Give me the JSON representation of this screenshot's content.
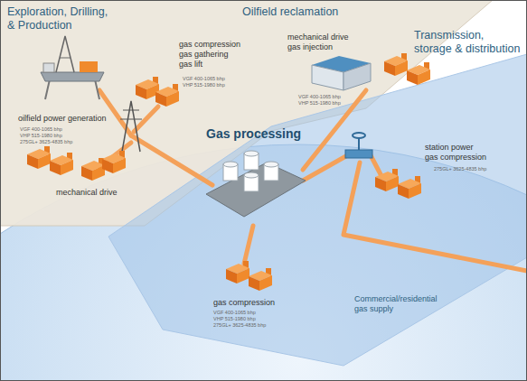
{
  "diagram": {
    "labels": [
      "Exploration, Drilling, & Production",
      "Oilfield reclamation",
      "mechanical drive gas injection",
      "gas compression gas gathering gas lift",
      "VGF 400-1065 bhp",
      "VHP 515-1980 bhp",
      "VGF 400-1065 bhp",
      "VHP 515-1980 bhp",
      "Transmission, storage & distribution",
      "oilfield power generation",
      "VGF 400-1065 bhp",
      "VHP 515-1980 bhp",
      "275GL+ 3625-4835 bhp",
      "Gas processing",
      "station power gas compression",
      "275GL+ 3625-4835 bhp",
      "mechanical drive",
      "gas compression",
      "VGF 400-1065 bhp",
      "VHP 515-1980 bhp",
      "275GL+ 3625-4835 bhp",
      "Commercial/residential gas supply"
    ]
  }
}
